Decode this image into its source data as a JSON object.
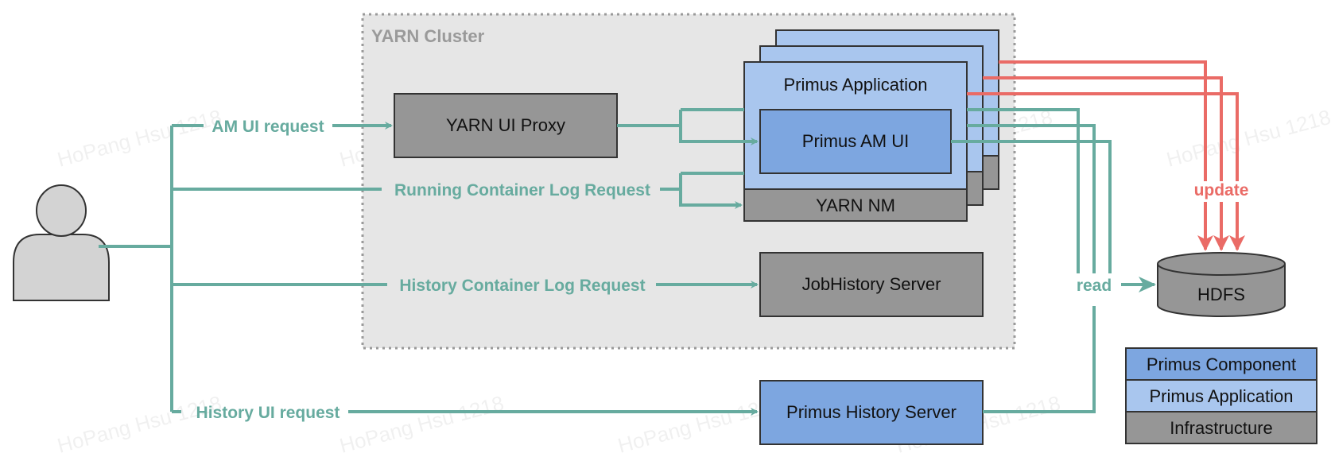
{
  "cluster": {
    "title": "YARN Cluster"
  },
  "nodes": {
    "yarn_ui_proxy": "YARN UI Proxy",
    "primus_application": "Primus Application",
    "primus_am_ui": "Primus AM UI",
    "yarn_nm": "YARN NM",
    "jobhistory_server": "JobHistory Server",
    "primus_history_server": "Primus History Server",
    "hdfs": "HDFS"
  },
  "edges": {
    "am_ui_request": "AM UI request",
    "running_container_log_request": "Running Container Log Request",
    "history_container_log_request": "History Container Log Request",
    "history_ui_request": "History UI request",
    "read": "read",
    "update": "update"
  },
  "legend": [
    {
      "label": "Primus Component",
      "color": "#7da6e0"
    },
    {
      "label": "Primus Application",
      "color": "#a9c6ee"
    },
    {
      "label": "Infrastructure",
      "color": "#969696"
    }
  ],
  "watermark": "HoPang Hsu 1218",
  "colors": {
    "request_edge": "#67ab9f",
    "update_edge": "#ea6b66",
    "cluster_bg": "#e6e6e6",
    "primus_component": "#7da6e0",
    "primus_application": "#a9c6ee",
    "infrastructure": "#969696"
  },
  "icons": {
    "user": "user-icon",
    "database": "database-icon"
  }
}
